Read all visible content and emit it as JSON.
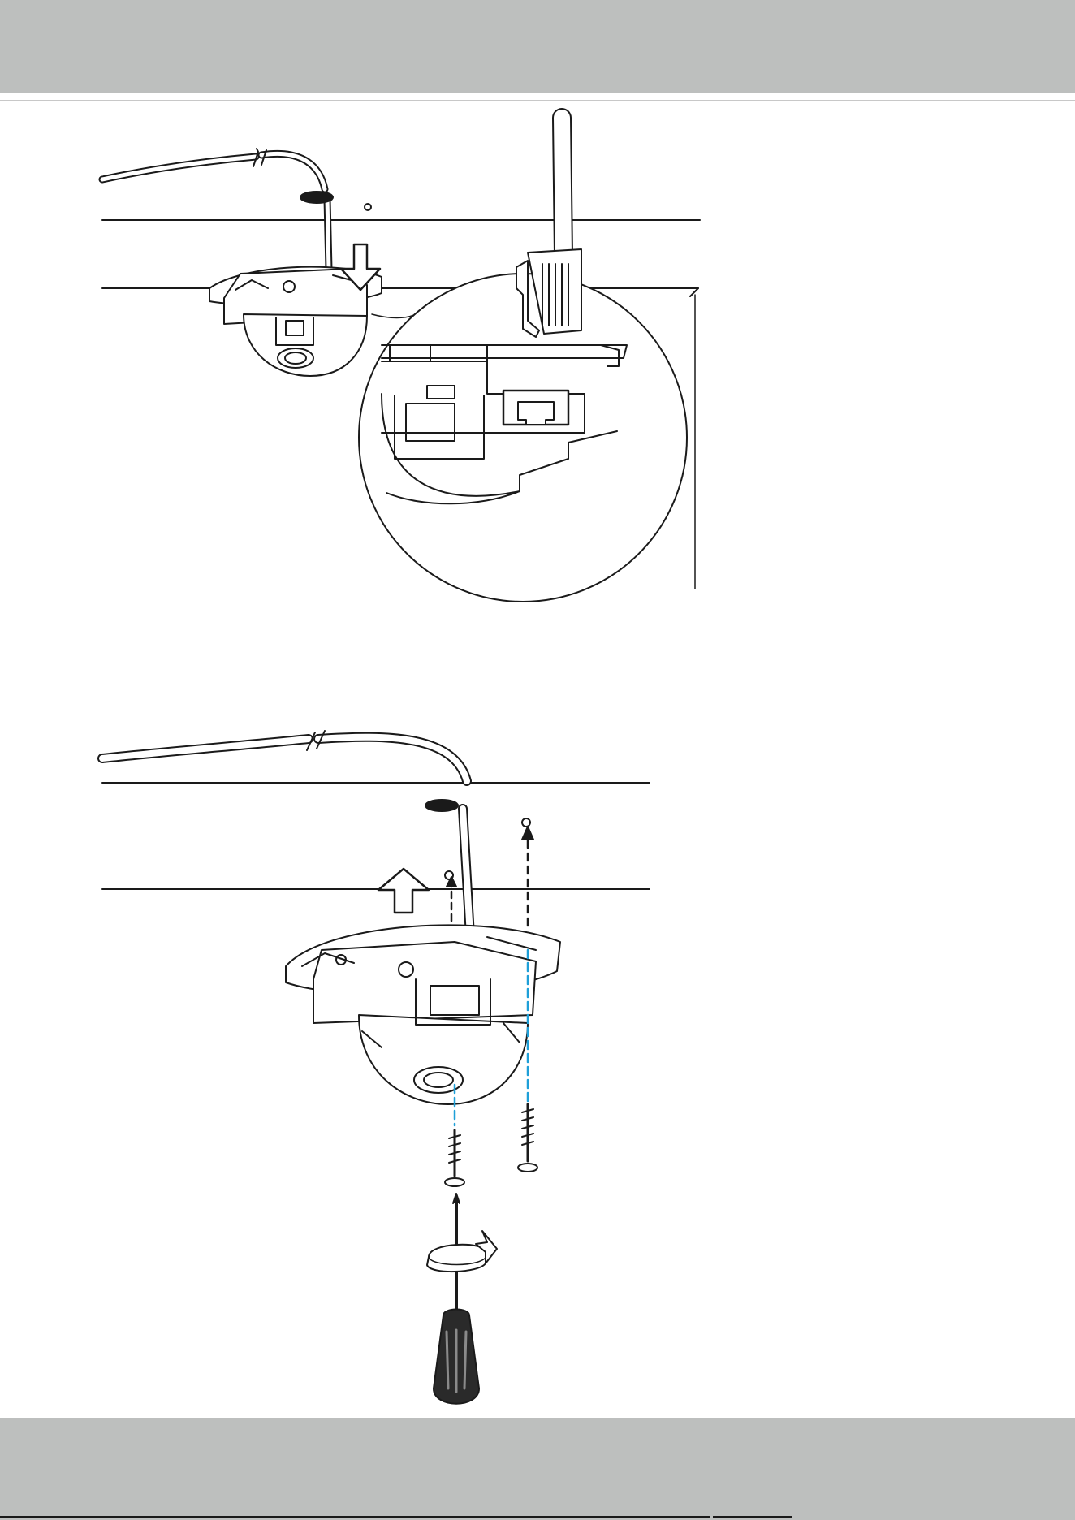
{
  "page": {
    "header_band": "",
    "footer_band": ""
  },
  "colors": {
    "header_band": "#bdbfbe",
    "line_art": "#1a1a1a",
    "alignment_guide": "#1e9fd8"
  },
  "figures": [
    {
      "name": "connect-ethernet-cable",
      "icons": [
        "ceiling-panel",
        "network-cable",
        "cable-break-mark",
        "rj45-plug",
        "dome-camera",
        "press-down-arrow",
        "magnifier-callout",
        "rj45-port"
      ]
    },
    {
      "name": "fix-camera-to-ceiling",
      "icons": [
        "ceiling-panel",
        "network-cable",
        "cable-break-mark",
        "dome-camera",
        "lift-up-arrow",
        "screw-hole",
        "dashed-guide",
        "blue-alignment-guide",
        "screw",
        "screwdriver",
        "rotate-arrow"
      ]
    }
  ]
}
